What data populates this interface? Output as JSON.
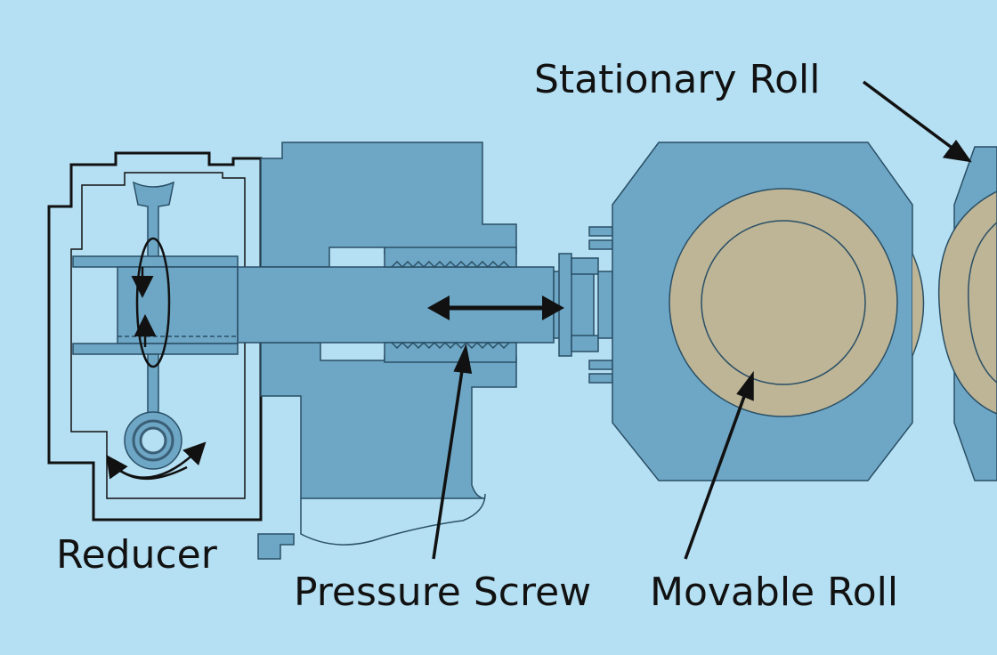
{
  "labels": {
    "stationary_roll": "Stationary Roll",
    "reducer": "Reducer",
    "pressure_screw": "Pressure Screw",
    "movable_roll": "Movable Roll"
  },
  "colors": {
    "background": "#b5e0f3",
    "steel": "#6ea7c5",
    "steel_dark": "#5a94b3",
    "roll": "#bdb596",
    "outline": "#1a1a1a"
  }
}
